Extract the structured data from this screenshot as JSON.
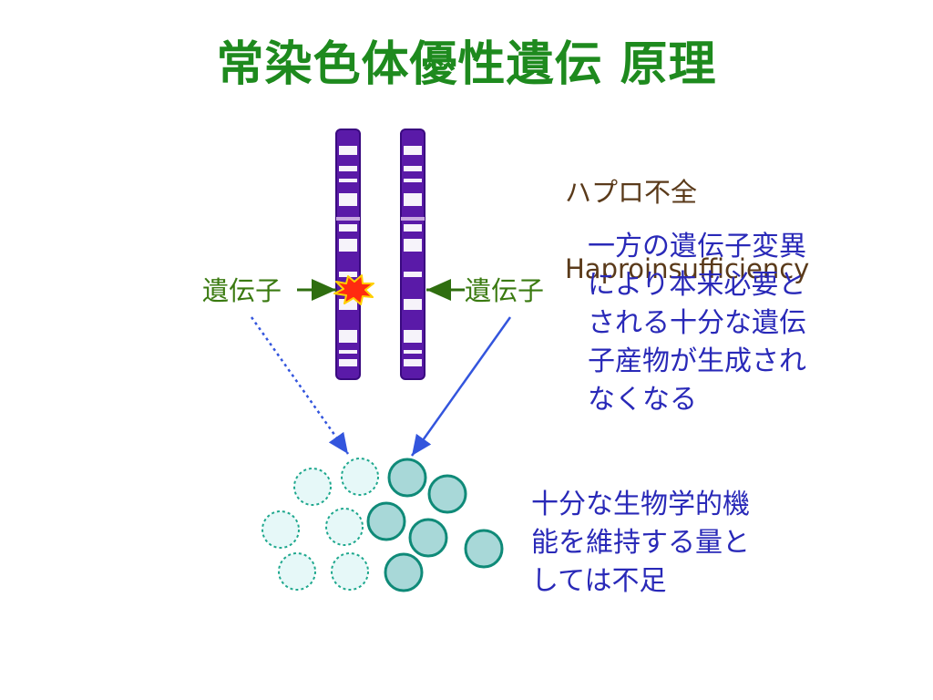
{
  "title": "常染色体優性遺伝 原理",
  "haplo": {
    "term_jp": "ハプロ不全",
    "term_en": "Haproinsufficiency"
  },
  "explanation": "一方の遺伝子変異\nにより本来必要と\nされる十分な遺伝\n子産物が生成され\nなくなる",
  "gene_label_left": "遺伝子",
  "gene_label_right": "遺伝子",
  "result": "十分な生物学的機\n能を維持する量と\nしては不足",
  "colors": {
    "title": "#1e8a1e",
    "chromosome_band": "#5a1aa8",
    "chromosome_light": "#ffffff",
    "mutation": "#ff2a10",
    "arrow_green": "#2f6e10",
    "arrow_blue": "#3355dd",
    "product_normal_fill": "#a8d8d8",
    "product_normal_stroke": "#0f8a78",
    "product_missing_fill": "#e6f8f8",
    "product_missing_stroke": "#1fa88e"
  },
  "icons": [
    "mutation-burst-icon"
  ]
}
